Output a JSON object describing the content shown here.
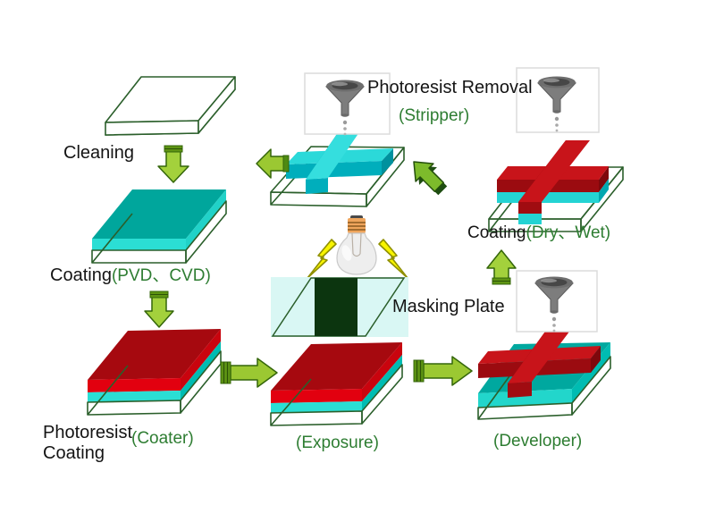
{
  "steps": {
    "cleaning": {
      "label": "Cleaning"
    },
    "coating": {
      "label": "Coating",
      "method": "(PVD、CVD)"
    },
    "photoresist": {
      "line1": "Photoresist",
      "line2": "Coating",
      "method": "(Coater)"
    },
    "exposure": {
      "method": "(Exposure)"
    },
    "masking": {
      "label": "Masking Plate"
    },
    "developer": {
      "method": "(Developer)"
    },
    "etching": {
      "label": "Coating",
      "method": "(Dry、Wet)"
    },
    "stripping": {
      "label": "Photoresist Removal",
      "method": "(Stripper)"
    }
  },
  "icons": {
    "funnel": "funnel-icon",
    "bulb": "light-bulb-icon",
    "lightning": "lightning-bolt-icon",
    "arrow": "process-arrow"
  },
  "colors": {
    "outline_green": "#2B5F2B",
    "arrow_green": "#9BC832",
    "arrow_dark": "#34660A",
    "film_teal_top": "#00A69C",
    "film_teal_front": "#2BDED4",
    "resist_red_top": "#A6090F",
    "resist_red_front": "#E2000F",
    "cross_red_top": "#C8141A",
    "cross_teal_top": "#2BD9D9",
    "label_green": "#2e7d32",
    "label_black": "#141414",
    "mask_cyan": "#D9F7F4",
    "mask_stripe": "#0C350F",
    "bulb_cap_orange": "#EFA55C",
    "bolt_yellow": "#F8F400"
  }
}
